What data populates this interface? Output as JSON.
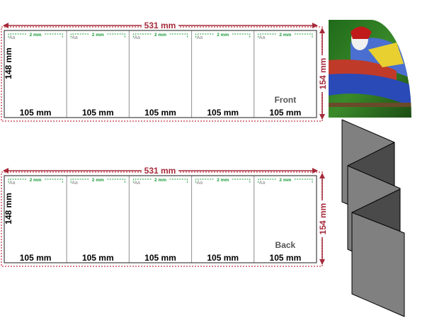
{
  "sides": [
    {
      "name": "front",
      "side_label": "Front",
      "width_label": "531 mm",
      "height_label": "154 mm",
      "panel_height_label": "148 mm",
      "panel_width_label": "105 mm",
      "margin_label": "2 mm",
      "text_icon": "Aa",
      "panels": 5
    },
    {
      "name": "back",
      "side_label": "Back",
      "width_label": "531 mm",
      "height_label": "154 mm",
      "panel_height_label": "148 mm",
      "panel_width_label": "105 mm",
      "margin_label": "2 mm",
      "text_icon": "Aa",
      "panels": 5
    }
  ],
  "colors": {
    "dimension": "#a52a3a",
    "margin_guide": "#1a9a3a",
    "bleed": "#d9808a",
    "fold_light": "#808080",
    "fold_dark": "#4a4a4a"
  },
  "icons": {
    "preview": "parrot-photo",
    "fold": "zigzag-fold-icon"
  }
}
